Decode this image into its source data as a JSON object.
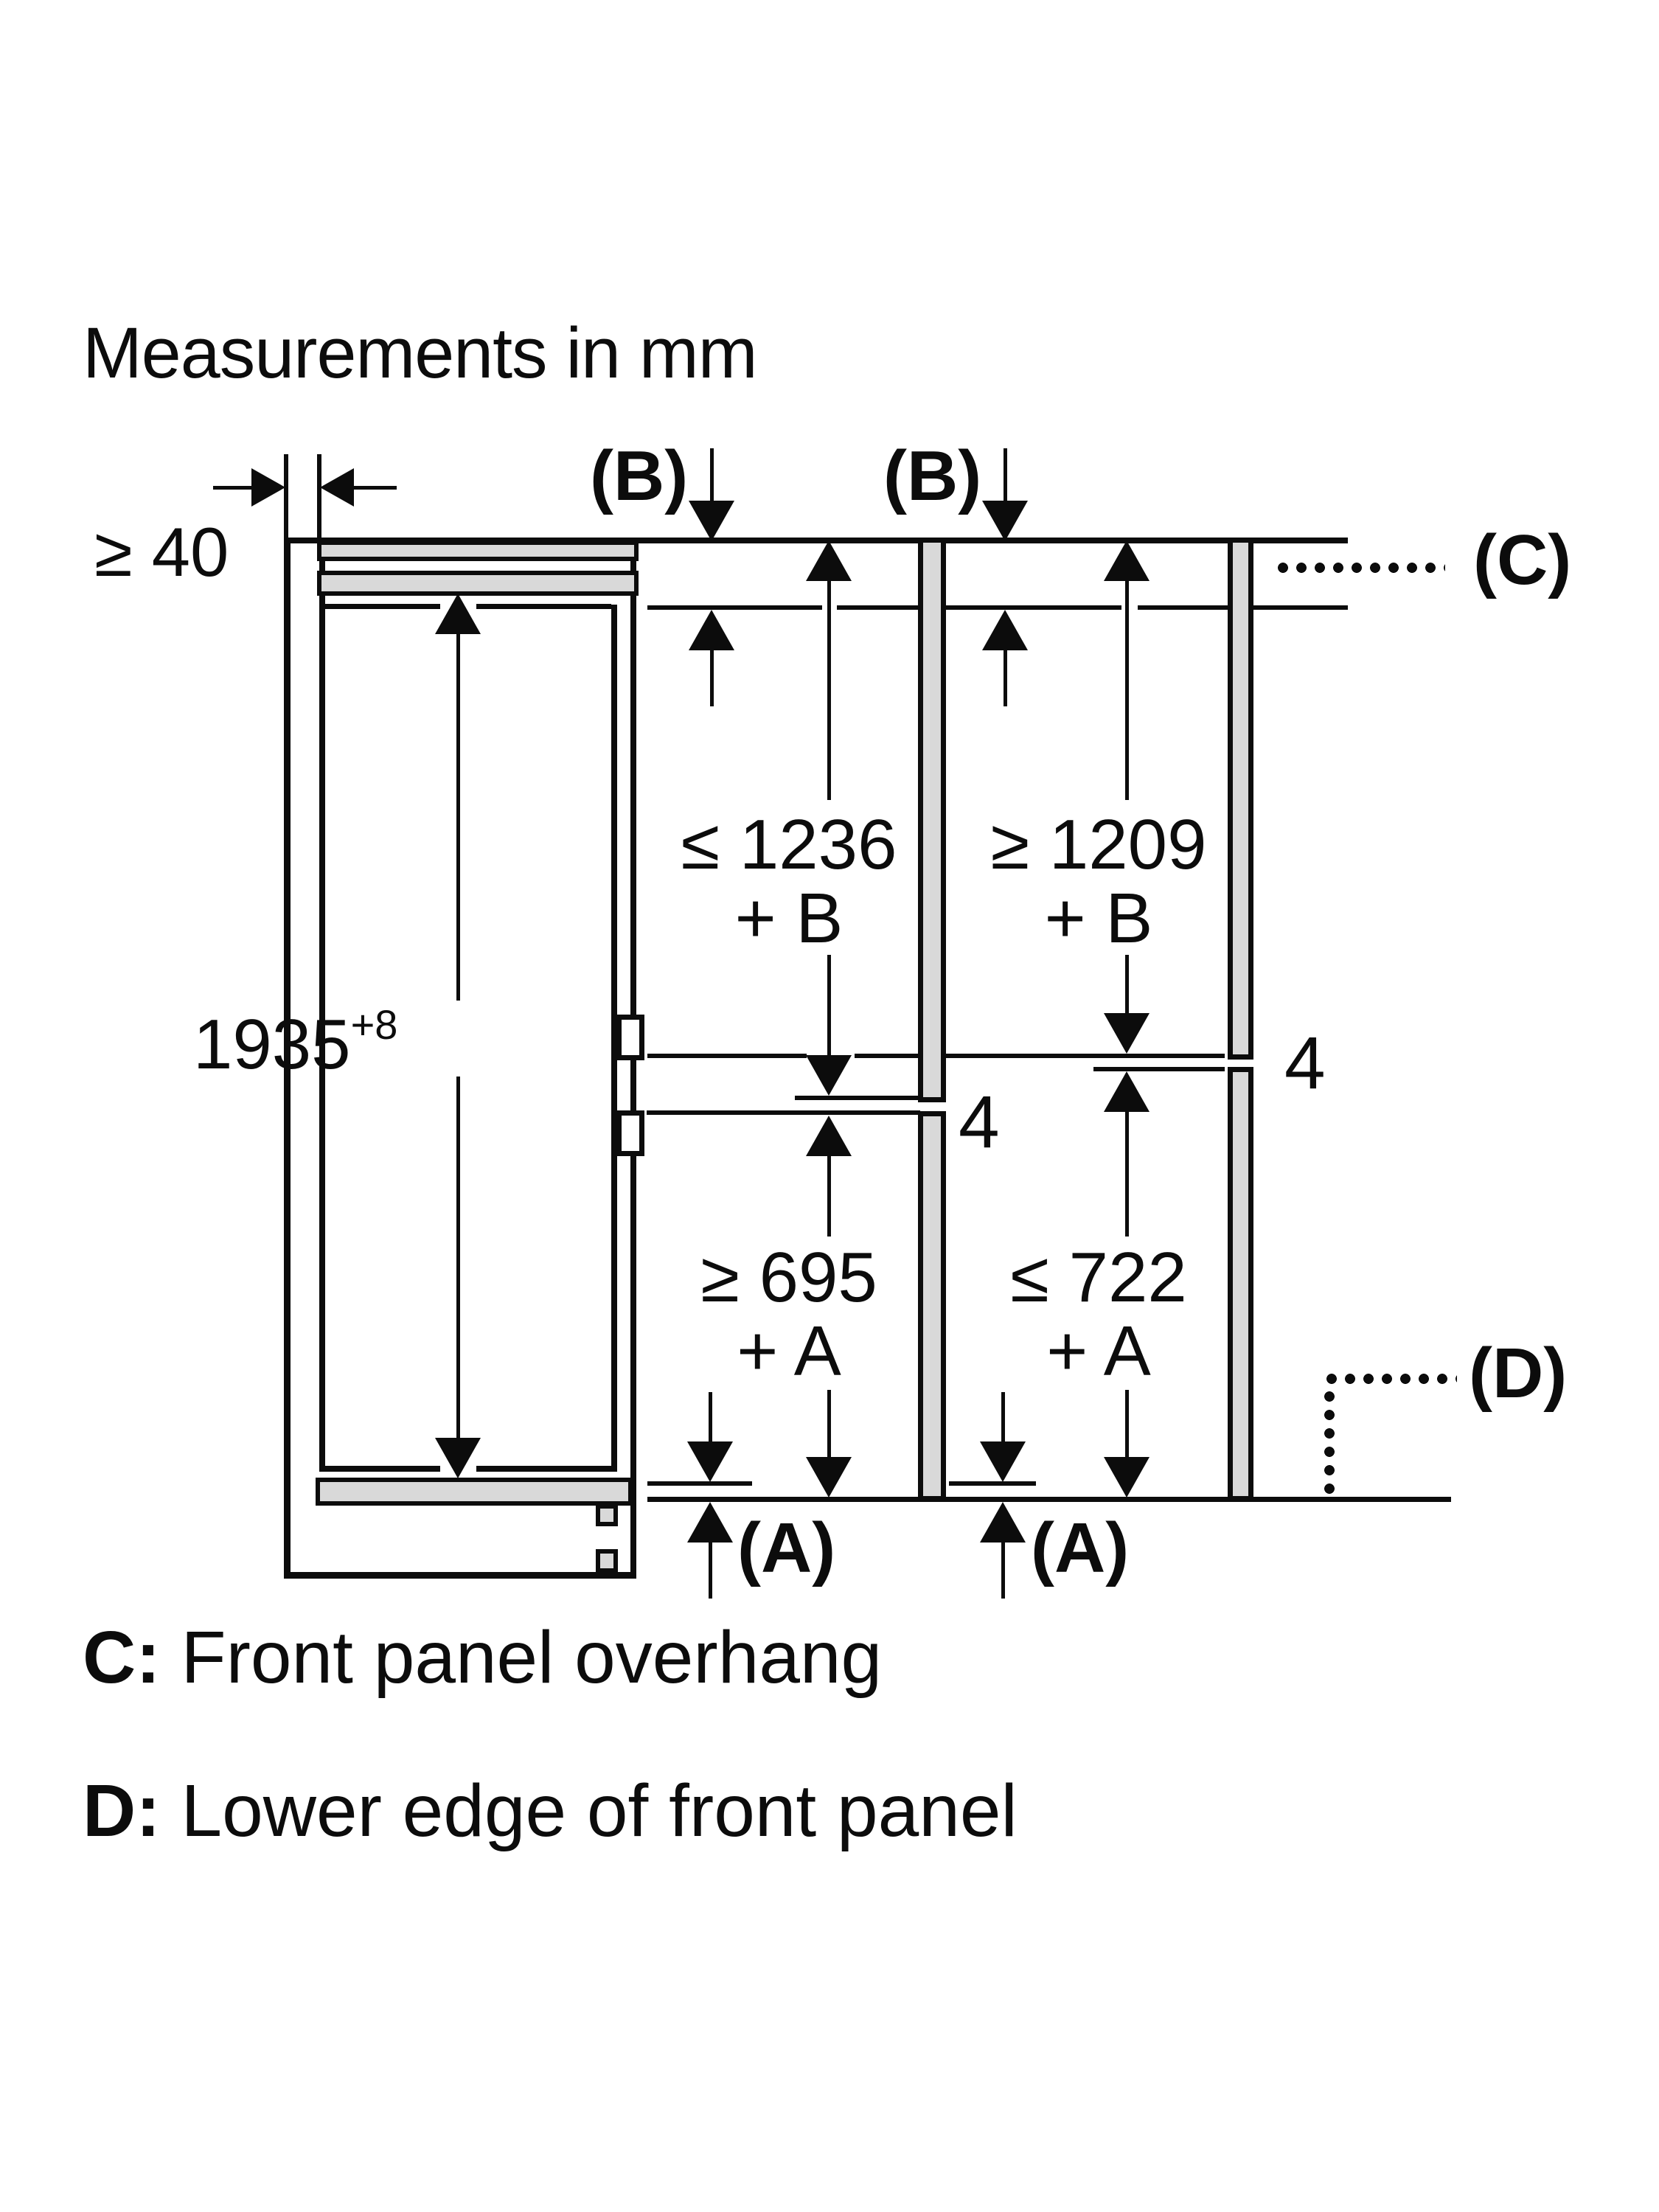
{
  "title": "Measurements in mm",
  "colors": {
    "ink": "#0c0c0c",
    "panel_gray": "#d9d9d9",
    "background": "#ffffff"
  },
  "labels": {
    "wall_gap": "≥ 40",
    "top_overhang_left": "(B)",
    "top_overhang_right": "(B)",
    "front_panel_overhang_marker": "(C)",
    "lower_edge_marker": "(D)",
    "bottom_overhang_left": "(A)",
    "bottom_overhang_right": "(A)",
    "panel_gap_left": "4",
    "panel_gap_right": "4"
  },
  "dimensions": {
    "niche_height": {
      "value": "1935",
      "tolerance": "+8"
    },
    "upper_panel_height": {
      "line1": "≤ 1236",
      "line2": "+ B"
    },
    "upper_niche_height": {
      "line1": "≥ 1209",
      "line2": "+ B"
    },
    "lower_panel_height": {
      "line1": "≥ 695",
      "line2": "+ A"
    },
    "lower_niche_height": {
      "line1": "≤ 722",
      "line2": "+ A"
    }
  },
  "legend": [
    {
      "key": "C:",
      "text": "Front panel overhang"
    },
    {
      "key": "D:",
      "text": "Lower edge of front panel"
    }
  ]
}
